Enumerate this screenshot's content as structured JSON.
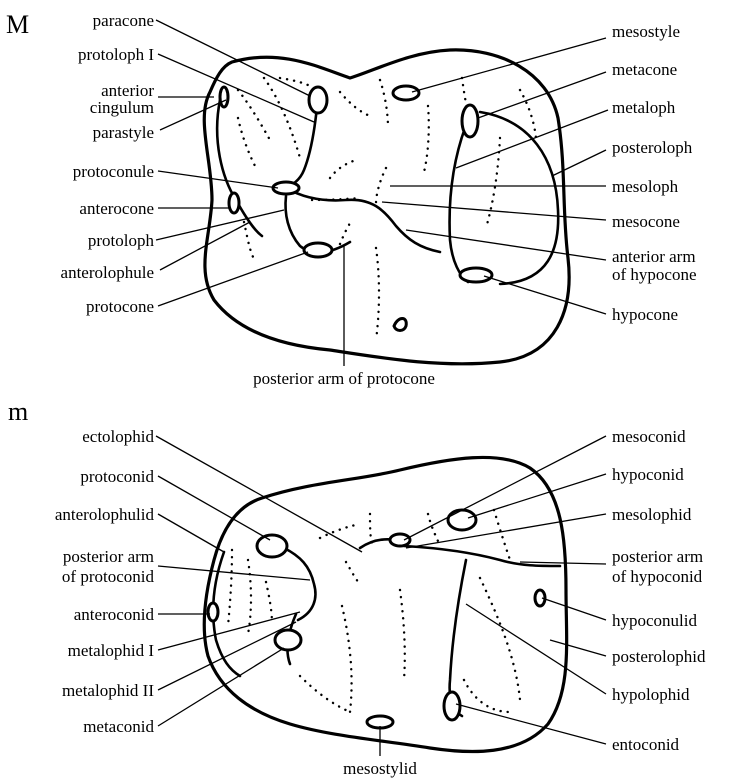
{
  "upper": {
    "letter": "M",
    "labels": {
      "paracone": "paracone",
      "protoloph_i": "protoloph I",
      "anterior_cingulum_1": "anterior",
      "anterior_cingulum_2": "cingulum",
      "parastyle": "parastyle",
      "protoconule": "protoconule",
      "anterocone": "anterocone",
      "protoloph": "protoloph",
      "anterolophule": "anterolophule",
      "protocone": "protocone",
      "mesostyle": "mesostyle",
      "metacone": "metacone",
      "metaloph": "metaloph",
      "posteroloph": "posteroloph",
      "mesoloph": "mesoloph",
      "mesocone": "mesocone",
      "anterior_arm_of_hypocone_1": "anterior arm",
      "anterior_arm_of_hypocone_2": "of hypocone",
      "hypocone": "hypocone",
      "posterior_arm_of_protocone": "posterior arm of protocone"
    }
  },
  "lower": {
    "letter": "m",
    "labels": {
      "ectolophid": "ectolophid",
      "protoconid": "protoconid",
      "anterolophulid": "anterolophulid",
      "posterior_arm_of_protoconid_1": "posterior arm",
      "posterior_arm_of_protoconid_2": "of protoconid",
      "anteroconid": "anteroconid",
      "metalophid_i": "metalophid I",
      "metalophid_ii": "metalophid II",
      "metaconid": "metaconid",
      "mesoconid": "mesoconid",
      "hypoconid": "hypoconid",
      "mesolophid": "mesolophid",
      "posterior_arm_of_hypoconid_1": "posterior arm",
      "posterior_arm_of_hypoconid_2": "of hypoconid",
      "hypoconulid": "hypoconulid",
      "posterolophid": "posterolophid",
      "hypolophid": "hypolophid",
      "entoconid": "entoconid",
      "mesostylid": "mesostylid"
    }
  }
}
